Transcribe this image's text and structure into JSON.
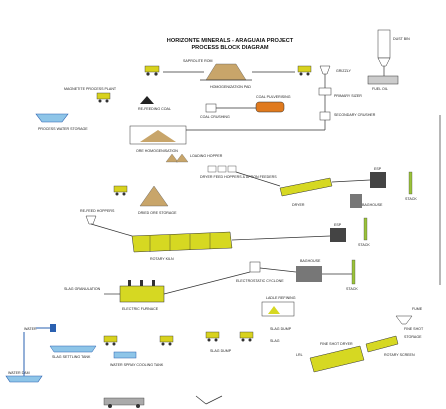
{
  "title": {
    "line1": "HORIZONTE MINERALS - ARAGUAIA PROJECT",
    "line2": "PROCESS BLOCK DIAGRAM"
  },
  "labels": {
    "rom": "SAPROLITE ROM",
    "magnetite": "MAGNETITE PROCESS PLANT",
    "reagents": "RE-FEEDING COAL",
    "process_water": "PROCESS WATER STORAGE",
    "stockpile": "HOMOGENIZATION PAD",
    "coal_crushing": "COAL CRUSHING",
    "coal_pulverising": "COAL PULVERISING",
    "primary_sizer": "PRIMARY SIZER",
    "secondary_crusher": "SECONDARY CRUSHER",
    "grizzly": "GRIZZLY",
    "dust_bin": "DUST BIN",
    "fuel_oil": "FUEL OIL",
    "homogenization": "ORE HOMOGENISATION",
    "loading": "LOADING HOPPER",
    "dryer_feed": "DRYER FEED HOPPERS & APRON FEEDERS",
    "dryer": "DRYER",
    "esp": "ESP",
    "stack1": "STACK",
    "baghouse1": "BAGHOUSE",
    "storage": "DRIED ORE STORAGE",
    "kiln_feed": "RE-FEED HOPPERS",
    "kiln": "ROTARY KILN",
    "esp2": "ESP",
    "stack2": "STACK",
    "electrostatic": "ELECTROSTATIC CYCLONE",
    "baghouse2": "BAGHOUSE",
    "stack3": "STACK",
    "slag_granulation": "SLAG GRANULATION",
    "furnace": "ELECTRIC FURNACE",
    "ladle": "LADLE REFINING",
    "fume": "FUME",
    "water": "WATER",
    "slag_dump": "SLAG DUMP",
    "slag_cooling": "SLAG SETTLING TANK",
    "water_spray": "WATER SPRAY COOLING TANK",
    "slag_dump2": "SLAG DUMP",
    "slag": "SLAG",
    "fine_shot": "FINE SHOT DRYER",
    "rotary_screen": "ROTARY SCREEN",
    "granulation": "FINE SHOT",
    "shot_storage": "STORAGE",
    "lrl": "LRL",
    "water_dam": "WATER DAM"
  }
}
